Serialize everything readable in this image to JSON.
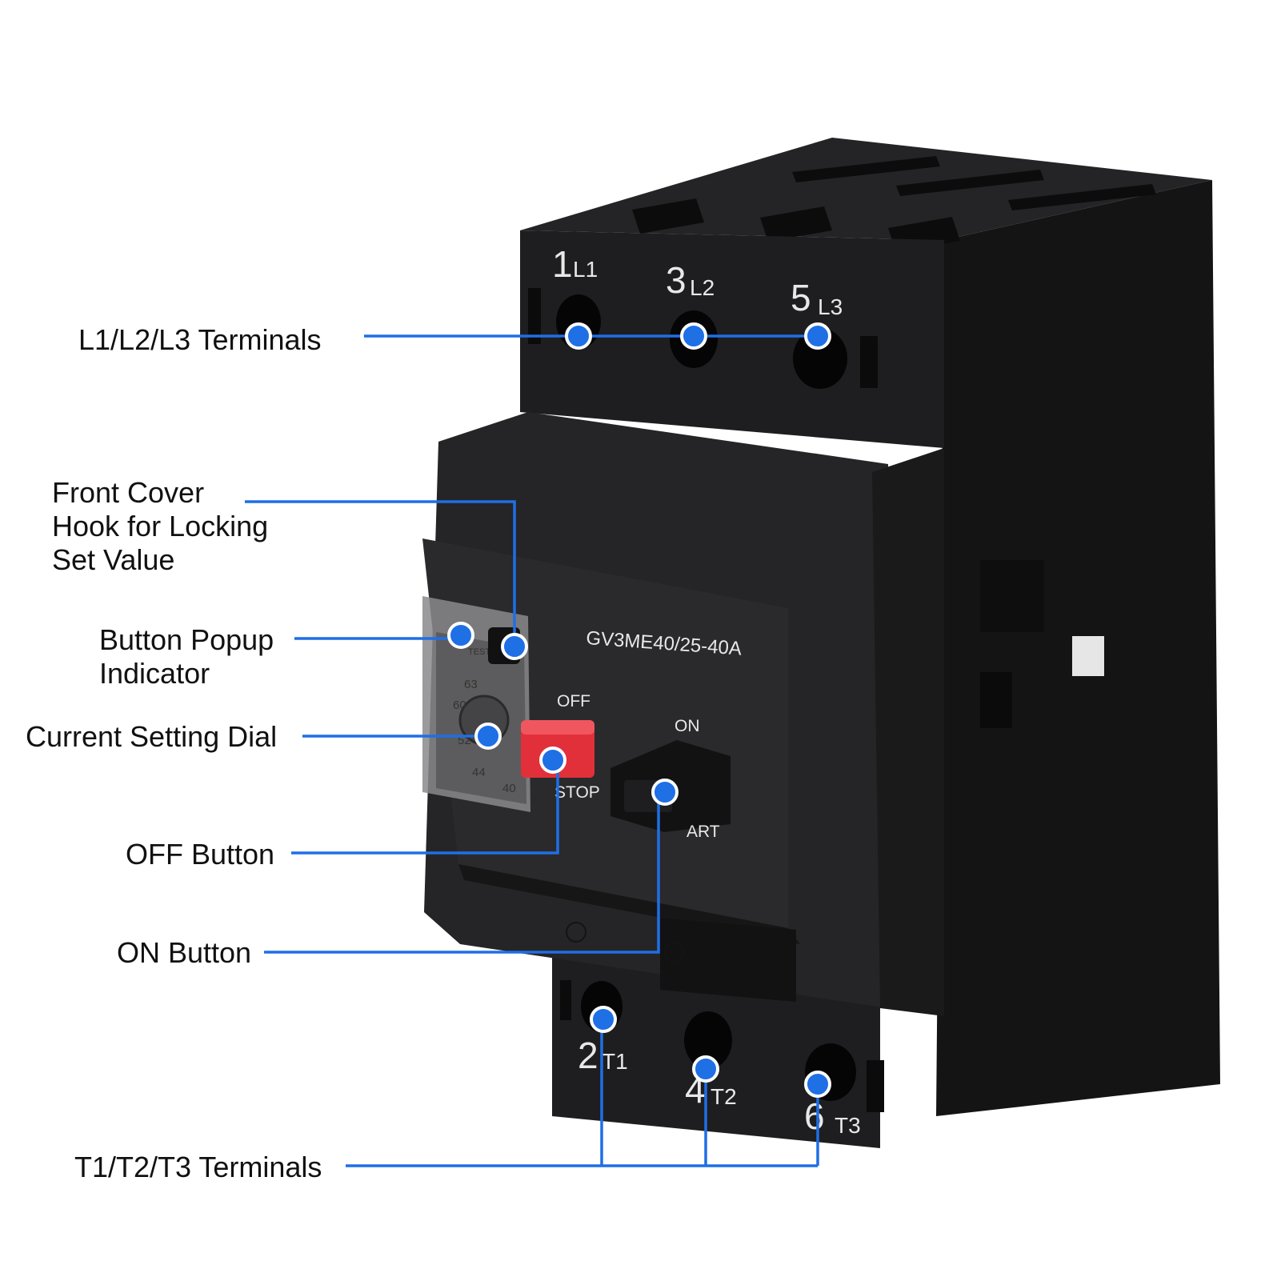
{
  "colors": {
    "accent": "#1f6fe5",
    "housing": "#1b1b1c",
    "off_button": "#e2303a",
    "label_text": "#111111",
    "background": "#ffffff"
  },
  "callouts": {
    "line_terminals": "L1/L2/L3 Terminals",
    "cover_hook": [
      "Front Cover",
      "Hook for Locking",
      "Set Value"
    ],
    "popup_indicator": [
      "Button Popup",
      "Indicator"
    ],
    "setting_dial": "Current Setting Dial",
    "off_button": "OFF Button",
    "on_button": "ON Button",
    "load_terminals": "T1/T2/T3 Terminals"
  },
  "device": {
    "model": "GV3ME40/25-40A",
    "top_terminals": [
      {
        "num": "1",
        "name": "L1"
      },
      {
        "num": "3",
        "name": "L2"
      },
      {
        "num": "5",
        "name": "L3"
      }
    ],
    "bottom_terminals": [
      {
        "num": "2",
        "name": "T1"
      },
      {
        "num": "4",
        "name": "T2"
      },
      {
        "num": "6",
        "name": "T3"
      }
    ],
    "off_label": "OFF",
    "stop_label": "STOP",
    "on_label": "ON",
    "start_label_visible": "ART",
    "test_label": "TEST",
    "dial_scale": [
      "63",
      "60",
      "52",
      "44",
      "40"
    ]
  }
}
